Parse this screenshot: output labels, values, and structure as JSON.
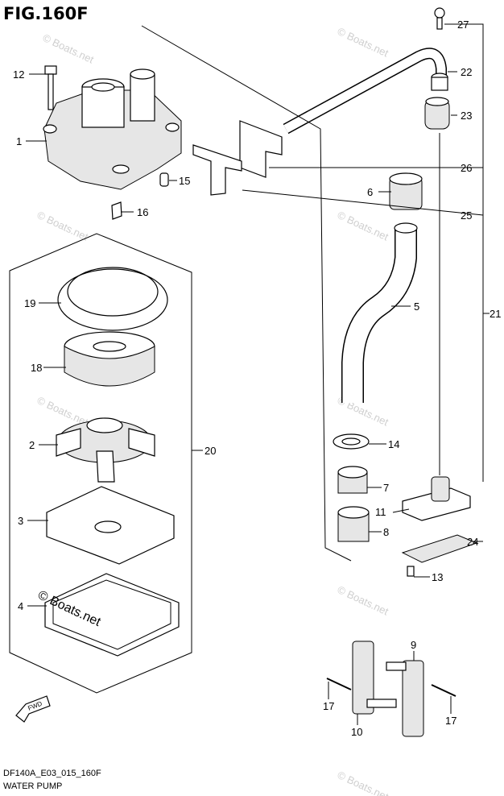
{
  "figure": {
    "title": "FIG.160F"
  },
  "footer": {
    "model_code": "DF140A_E03_015_160F",
    "section_name": "WATER PUMP"
  },
  "watermark": {
    "text": "© Boats.net"
  },
  "fwd_label": "FWD",
  "callouts": {
    "c1": "1",
    "c2": "2",
    "c3": "3",
    "c4": "4",
    "c5": "5",
    "c6": "6",
    "c7": "7",
    "c8": "8",
    "c9": "9",
    "c10": "10",
    "c11": "11",
    "c12": "12",
    "c13": "13",
    "c14": "14",
    "c15": "15",
    "c16": "16",
    "c17a": "17",
    "c17b": "17",
    "c18": "18",
    "c19": "19",
    "c20": "20",
    "c21": "21",
    "c22": "22",
    "c23": "23",
    "c24": "24",
    "c25": "25",
    "c26": "26",
    "c27": "27"
  }
}
